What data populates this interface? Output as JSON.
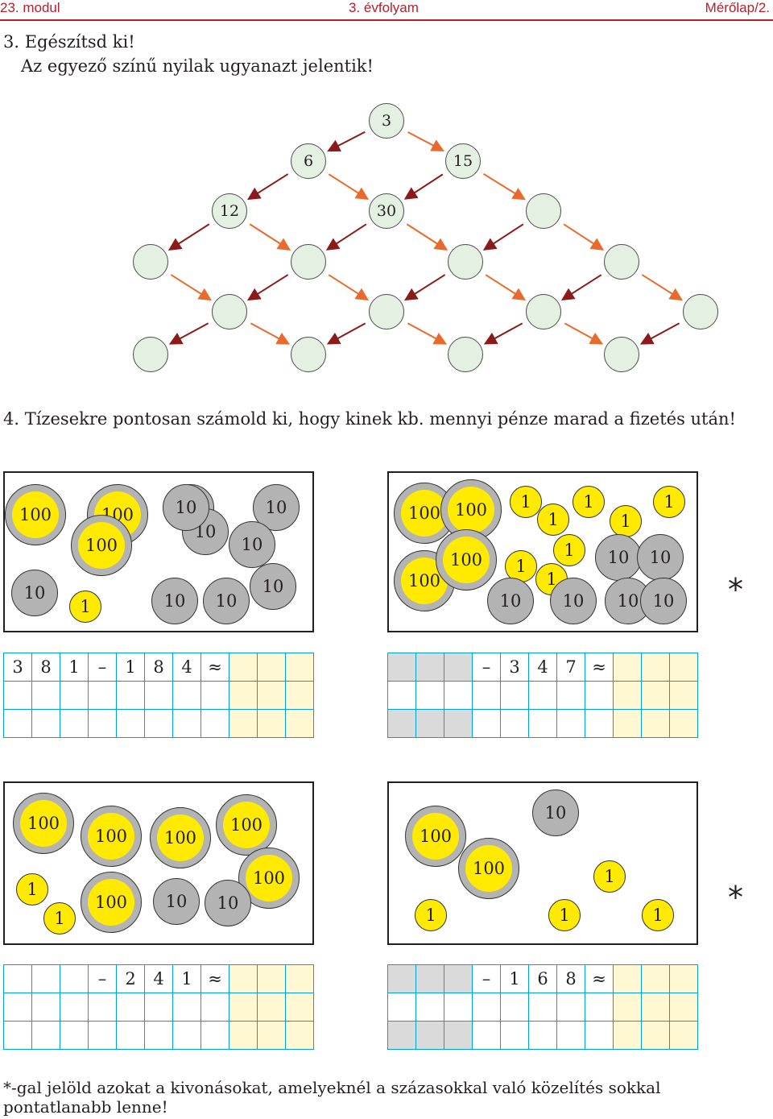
{
  "header": {
    "module": "23. modul",
    "grade": "3. évfolyam",
    "sheet": "Mérőlap/2."
  },
  "task3": {
    "title": "3. Egészítsd ki!",
    "subtitle": "Az egyező színű nyilak ugyanazt jelentik!",
    "nodes": [
      {
        "row": 0,
        "col": 0,
        "value": "3"
      },
      {
        "row": 1,
        "col": 0,
        "value": "6"
      },
      {
        "row": 1,
        "col": 1,
        "value": "15"
      },
      {
        "row": 2,
        "col": 0,
        "value": "12"
      },
      {
        "row": 2,
        "col": 1,
        "value": "30"
      },
      {
        "row": 2,
        "col": 2,
        "value": ""
      },
      {
        "row": 3,
        "col": 0,
        "value": ""
      },
      {
        "row": 3,
        "col": 1,
        "value": ""
      },
      {
        "row": 3,
        "col": 2,
        "value": ""
      },
      {
        "row": 3,
        "col": 3,
        "value": ""
      },
      {
        "row": 4,
        "col": 0,
        "value": ""
      },
      {
        "row": 4,
        "col": 1,
        "value": ""
      },
      {
        "row": 4,
        "col": 2,
        "value": ""
      },
      {
        "row": 4,
        "col": 3,
        "value": ""
      },
      {
        "row": 5,
        "col": 0,
        "value": ""
      },
      {
        "row": 5,
        "col": 1,
        "value": ""
      },
      {
        "row": 5,
        "col": 2,
        "value": ""
      },
      {
        "row": 5,
        "col": 3,
        "value": ""
      }
    ],
    "arrow_colors": {
      "left": "#8b1a1a",
      "right": "#e86a2c"
    }
  },
  "task4": {
    "title": "4. Tízesekre pontosan számold ki, hogy kinek kb. mennyi pénze marad a fizetés után!",
    "star": "*",
    "panels": [
      {
        "coins": [
          "100",
          "100",
          "100",
          "10",
          "1",
          "10",
          "10",
          "10",
          "10",
          "10",
          "10",
          "10",
          "10"
        ],
        "expr": [
          "3",
          "8",
          "1",
          "–",
          "1",
          "8",
          "4",
          "≈"
        ]
      },
      {
        "coins": [
          "100",
          "100",
          "100",
          "100",
          "1",
          "1",
          "1",
          "1",
          "1",
          "1",
          "1",
          "1",
          "10",
          "10",
          "10",
          "10",
          "10",
          "10"
        ],
        "expr": [
          "–",
          "3",
          "4",
          "7",
          "≈"
        ]
      },
      {
        "coins": [
          "100",
          "100",
          "100",
          "100",
          "100",
          "100",
          "1",
          "1",
          "10",
          "10"
        ],
        "expr": [
          "–",
          "2",
          "4",
          "1",
          "≈"
        ]
      },
      {
        "coins": [
          "100",
          "100",
          "10",
          "1",
          "1",
          "1",
          "1"
        ],
        "expr": [
          "–",
          "1",
          "6",
          "8",
          "≈"
        ]
      }
    ],
    "note": "*-gal jelöld azokat a kivonásokat, amelyeknél a százasokkal való közelítés sokkal pontatlanabb lenne!"
  }
}
